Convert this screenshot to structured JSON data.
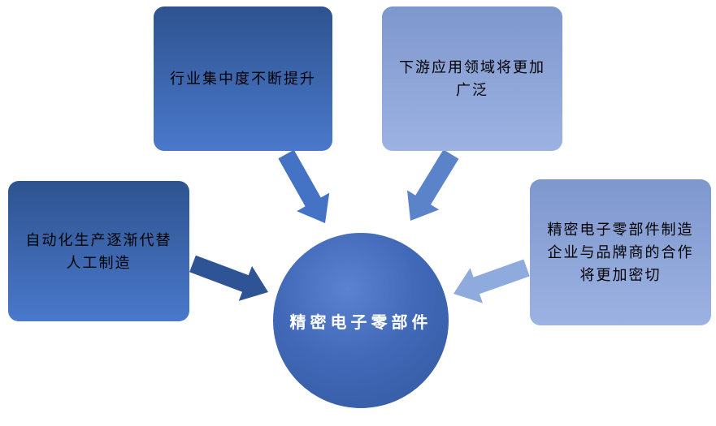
{
  "diagram": {
    "center": {
      "label": "精密电子零部件"
    },
    "boxes": [
      {
        "id": "top-left",
        "label": "行业集中度不断提升"
      },
      {
        "id": "top-right",
        "label": "下游应用领域将更加\n广泛"
      },
      {
        "id": "left",
        "label": "自动化生产逐渐代替\n人工制造"
      },
      {
        "id": "right",
        "label": "精密电子零部件制造\n企业与品牌商的合作\n将更加密切"
      }
    ],
    "arrows": [
      {
        "from": "top-left",
        "to": "center"
      },
      {
        "from": "top-right",
        "to": "center"
      },
      {
        "from": "left",
        "to": "center"
      },
      {
        "from": "right",
        "to": "center"
      }
    ]
  },
  "colors": {
    "dark_box_top": "#2e538f",
    "dark_box_bottom": "#4a78cb",
    "light_box_top": "#7e97cd",
    "light_box_bottom": "#9cb2e2",
    "circle_fill": "#4169b8",
    "arrow_top_left": "#4472c4",
    "arrow_top_right": "#5b83ca",
    "arrow_left": "#2f5496",
    "arrow_right": "#8faadc",
    "box_text": "#000000",
    "circle_text": "#ffffff",
    "background": "#ffffff"
  }
}
